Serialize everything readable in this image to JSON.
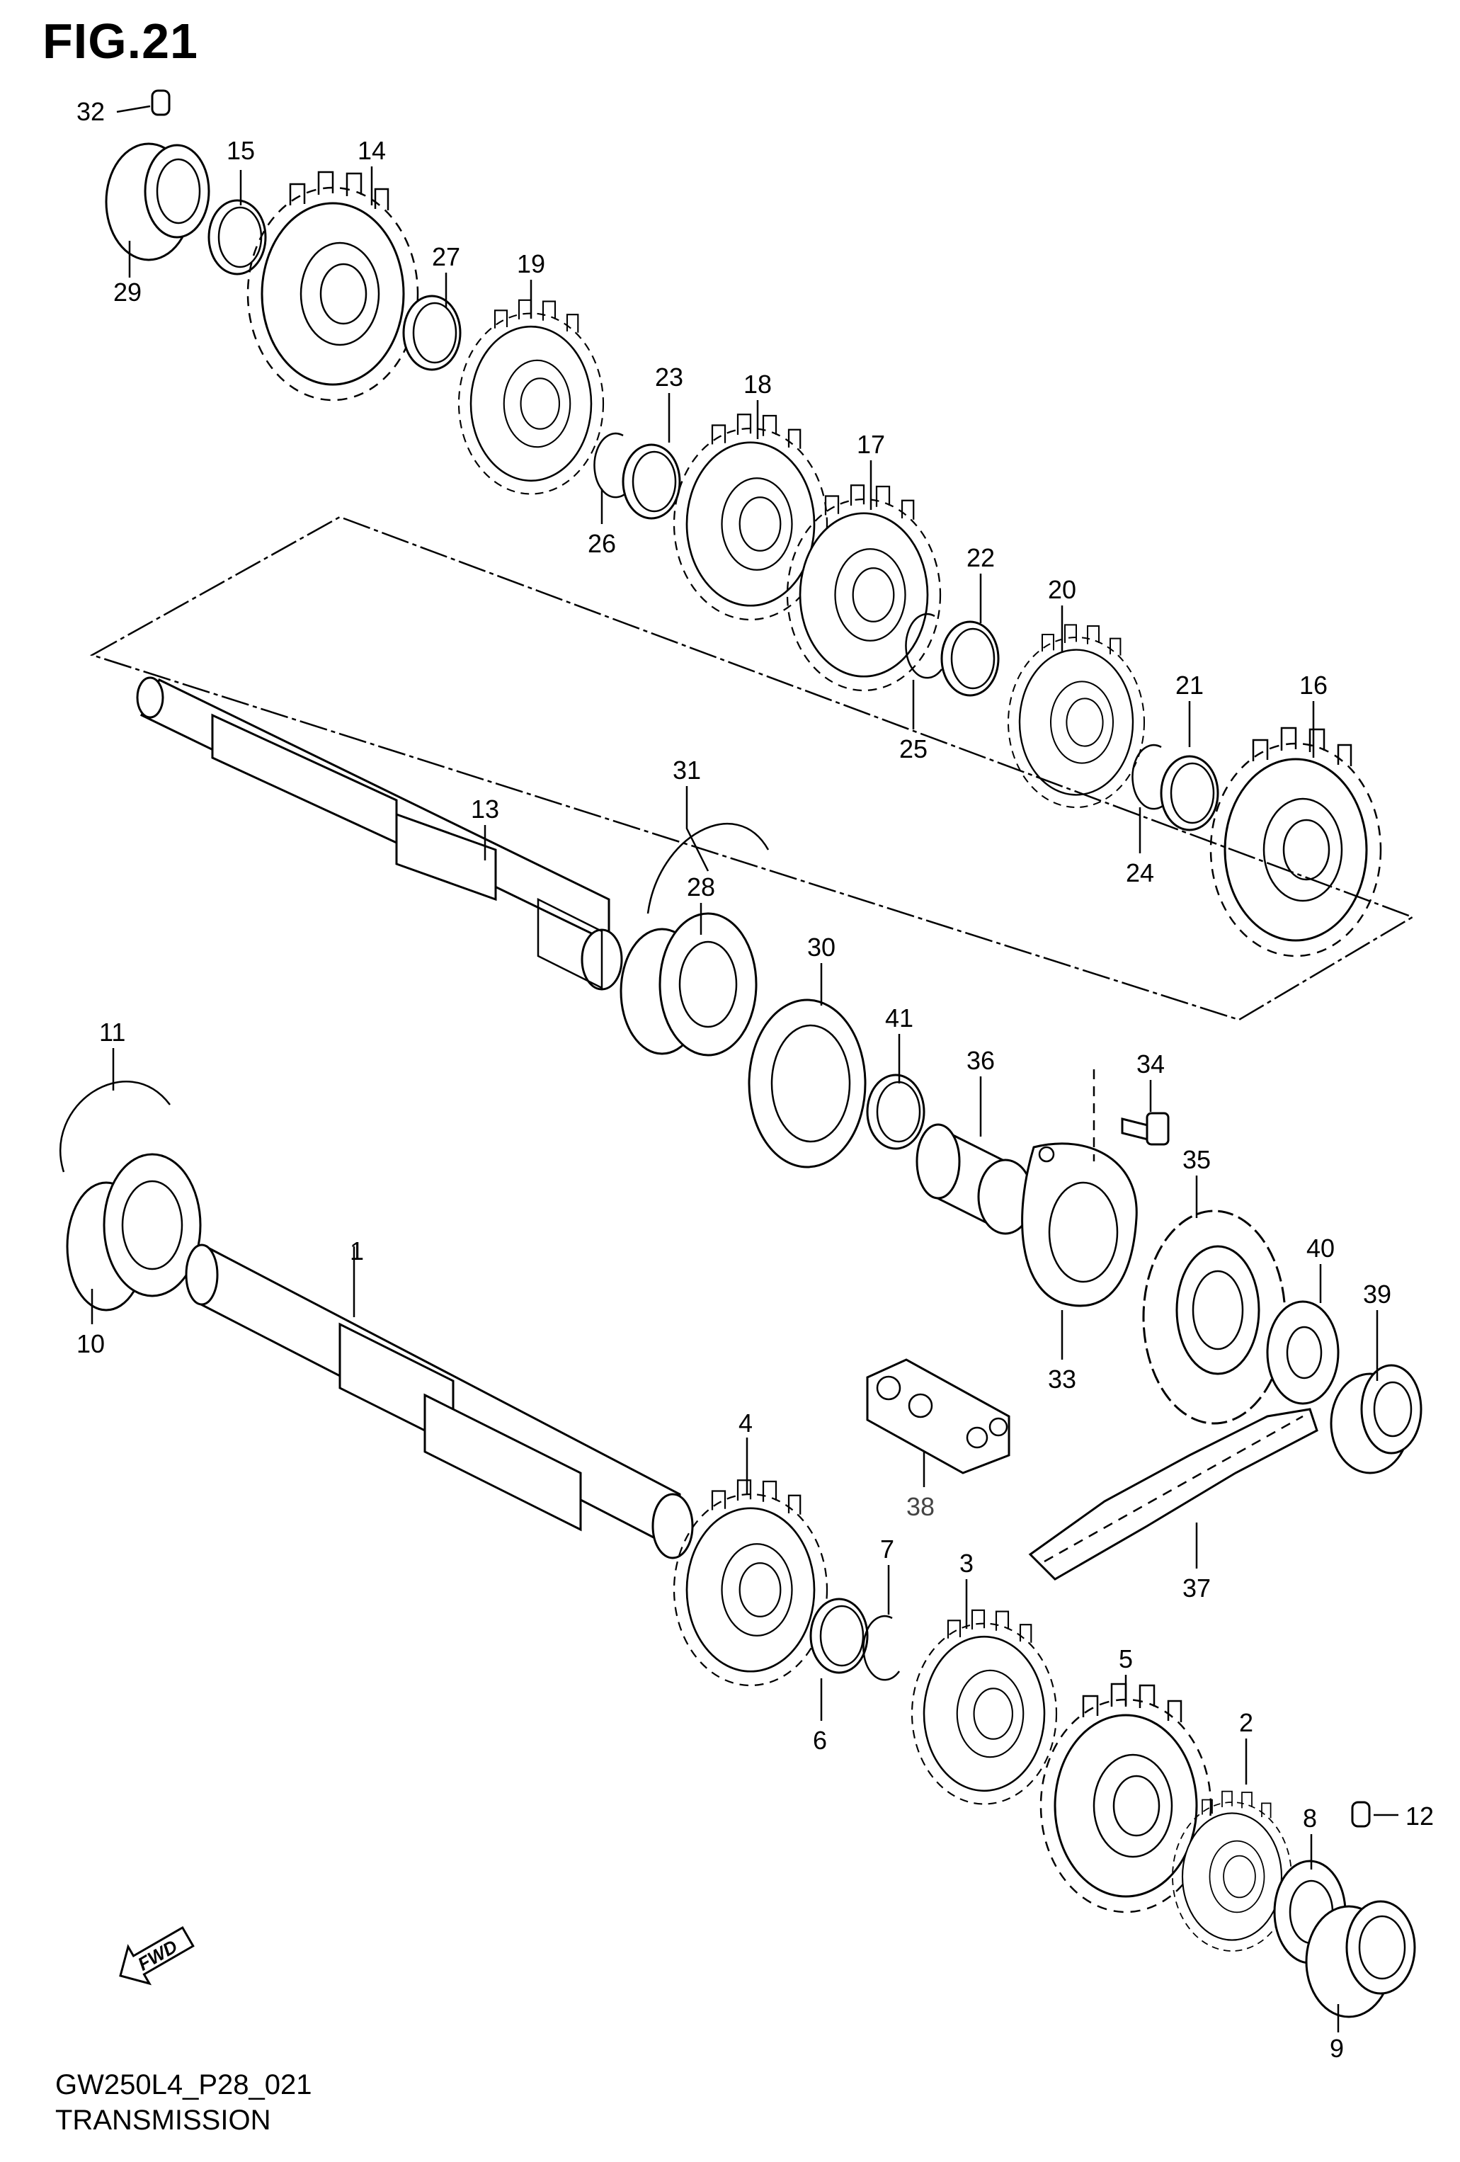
{
  "figure": {
    "title": "FIG.21",
    "code": "GW250L4_P28_021",
    "name": "TRANSMISSION"
  },
  "direction_badge": {
    "text": "FWD",
    "icon": "fwd-arrow-icon"
  },
  "callouts": [
    "1",
    "2",
    "3",
    "4",
    "5",
    "6",
    "7",
    "8",
    "9",
    "10",
    "11",
    "12",
    "13",
    "14",
    "15",
    "16",
    "17",
    "18",
    "19",
    "20",
    "21",
    "22",
    "23",
    "24",
    "25",
    "26",
    "27",
    "28",
    "29",
    "30",
    "31",
    "32",
    "33",
    "34",
    "35",
    "36",
    "37",
    "38",
    "39",
    "40",
    "41"
  ]
}
